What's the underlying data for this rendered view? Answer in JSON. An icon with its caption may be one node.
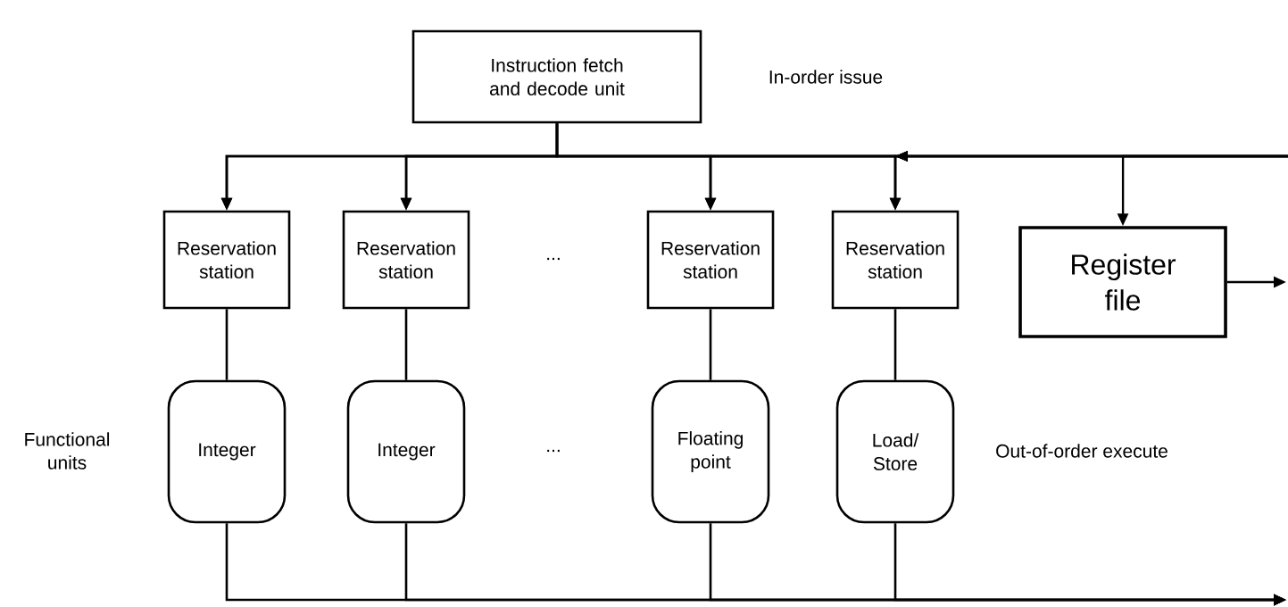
{
  "diagram": {
    "nodes": [
      {
        "text": [
          "Instruction fetch and decode unit"
        ]
      },
      {
        "text": [
          "Reservation station"
        ]
      },
      {
        "text": [
          "Reservation station"
        ]
      },
      {
        "text": [
          "Reservation station"
        ]
      },
      {
        "text": [
          "Reservation station"
        ]
      },
      {
        "text": [
          "Register file"
        ]
      },
      {
        "text": [
          "Integer"
        ]
      },
      {
        "text": [
          "Integer"
        ]
      },
      {
        "text": [
          "Floating point"
        ]
      },
      {
        "text": [
          "Load/ Store"
        ]
      }
    ],
    "edges": [
      {
        "from": 0,
        "to": 1,
        "arrow": "to"
      },
      {
        "from": 0,
        "to": 2,
        "arrow": "to"
      },
      {
        "from": 0,
        "to": 3,
        "arrow": "to"
      },
      {
        "from": 0,
        "to": 4,
        "arrow": "to"
      },
      {
        "from": null,
        "to": 1,
        "arrow": "to"
      },
      {
        "from": null,
        "to": 2,
        "arrow": "to"
      },
      {
        "from": null,
        "to": 3,
        "arrow": "to"
      },
      {
        "from": null,
        "to": 4,
        "arrow": "to"
      },
      {
        "from": null,
        "to": 5,
        "arrow": "to"
      },
      {
        "from": 5,
        "to": null,
        "arrow": "to"
      },
      {
        "from": 1,
        "to": 6,
        "arrow": "none"
      },
      {
        "from": 2,
        "to": 7,
        "arrow": "none"
      },
      {
        "from": 3,
        "to": 8,
        "arrow": "none"
      },
      {
        "from": 4,
        "to": 9,
        "arrow": "none"
      },
      {
        "from": 6,
        "to": null,
        "arrow": "to"
      },
      {
        "from": 7,
        "to": null,
        "arrow": "to"
      },
      {
        "from": 8,
        "to": null,
        "arrow": "to"
      },
      {
        "from": 9,
        "to": null,
        "arrow": "to"
      }
    ],
    "labels": [
      "In-order issue",
      "...",
      "Functional units",
      "...",
      "Out-of-order execute"
    ]
  }
}
